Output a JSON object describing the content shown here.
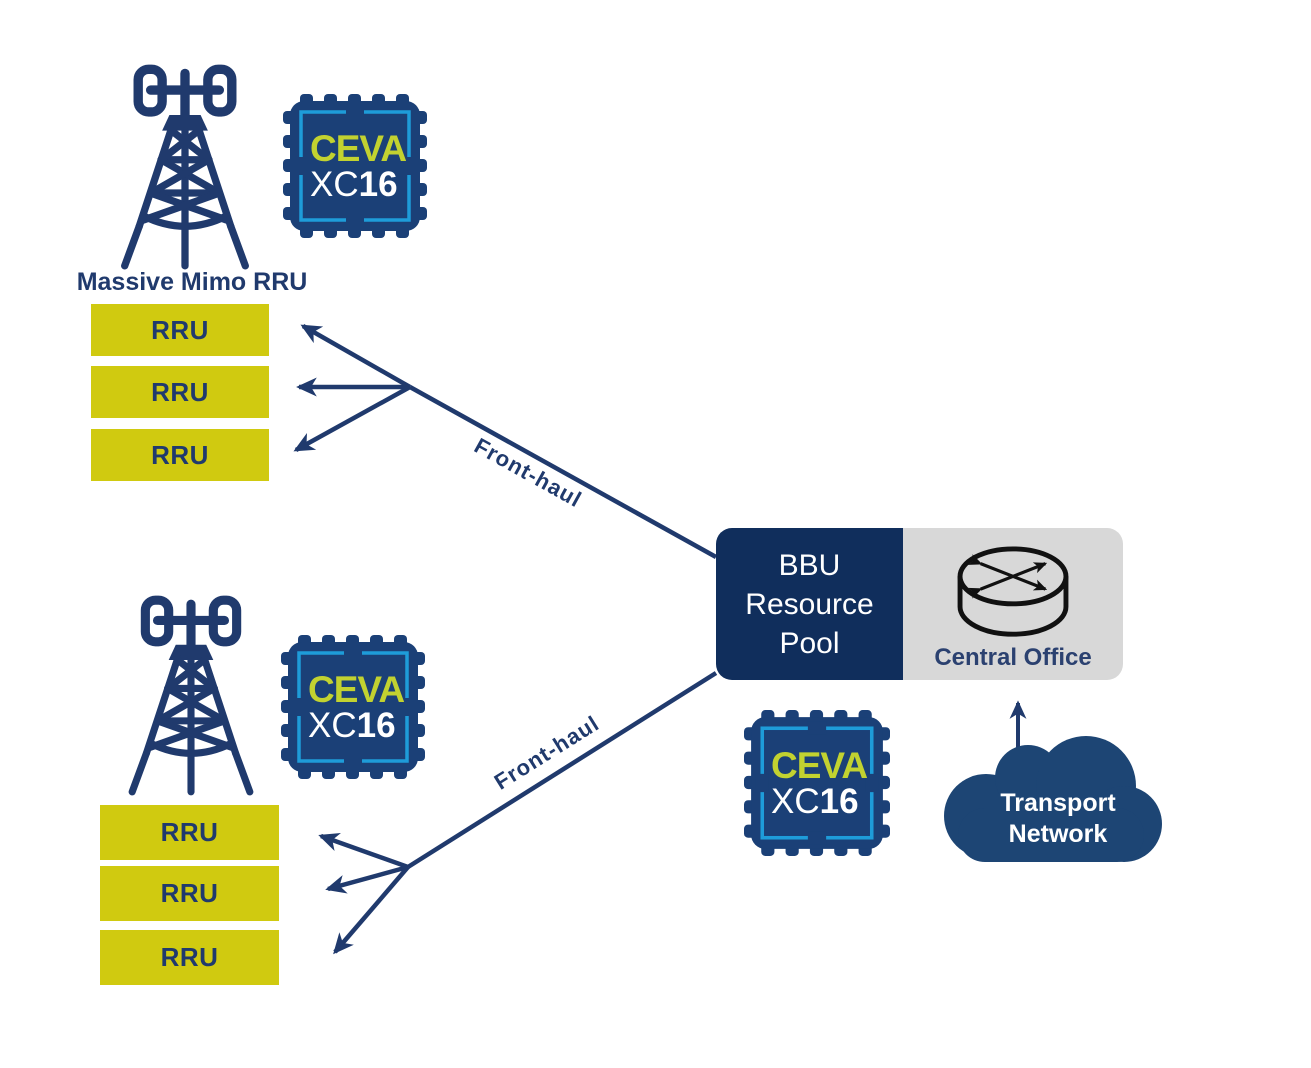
{
  "palette": {
    "navy": "#203a6d",
    "chip_navy": "#1b4077",
    "chip_cyan": "#1e9cd9",
    "ceva_yellow": "#c2d230",
    "rru_yellow": "#d0ca10",
    "bbu_navy": "#102e5c",
    "office_gray": "#d8d8d8",
    "cloud_blue": "#1d4574",
    "white": "#ffffff"
  },
  "chip": {
    "brand": "CEVA",
    "model_prefix": "XC",
    "model_number": "16"
  },
  "top_site": {
    "label": "Massive Mimo RRU",
    "rru_units": [
      "RRU",
      "RRU",
      "RRU"
    ]
  },
  "bottom_site": {
    "rru_units": [
      "RRU",
      "RRU",
      "RRU"
    ]
  },
  "links": {
    "top_front_haul": "Front-haul",
    "bottom_front_haul": "Front-haul"
  },
  "central_office": {
    "bbu_lines": [
      "BBU",
      "Resource",
      "Pool"
    ],
    "label": "Central Office"
  },
  "transport_network": {
    "lines": [
      "Transport",
      "Network"
    ]
  }
}
